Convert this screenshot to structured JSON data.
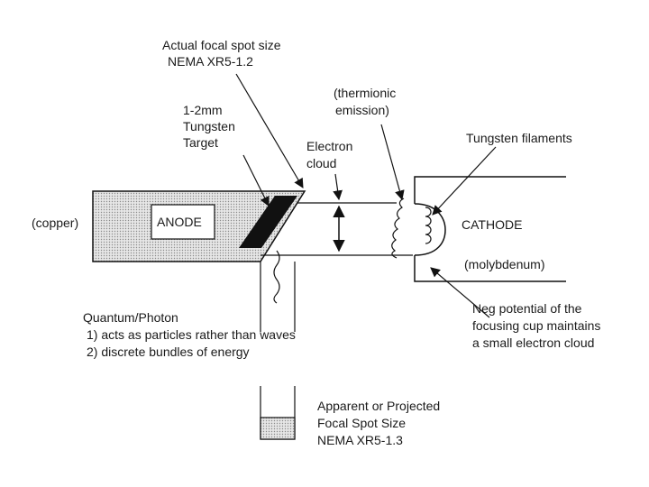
{
  "labels": {
    "actual_focal_1": "Actual focal spot size",
    "actual_focal_2": "NEMA XR5-1.2",
    "target_1": "1-2mm",
    "target_2": "Tungsten",
    "target_3": "Target",
    "thermionic_1": "(thermionic",
    "thermionic_2": "emission)",
    "electron_1": "Electron",
    "electron_2": "cloud",
    "filaments": "Tungsten filaments",
    "copper": "(copper)",
    "anode": "ANODE",
    "cathode": "CATHODE",
    "molybdenum": "(molybdenum)",
    "quantum_1": "Quantum/Photon",
    "quantum_2": "1)  acts as particles rather than waves",
    "quantum_3": "2)  discrete bundles of energy",
    "neg_1": "Neg potential of the",
    "neg_2": "focusing cup maintains",
    "neg_3": "a small electron cloud",
    "apparent_1": "Apparent or Projected",
    "apparent_2": "Focal Spot Size",
    "apparent_3": "NEMA XR5-1.3"
  }
}
